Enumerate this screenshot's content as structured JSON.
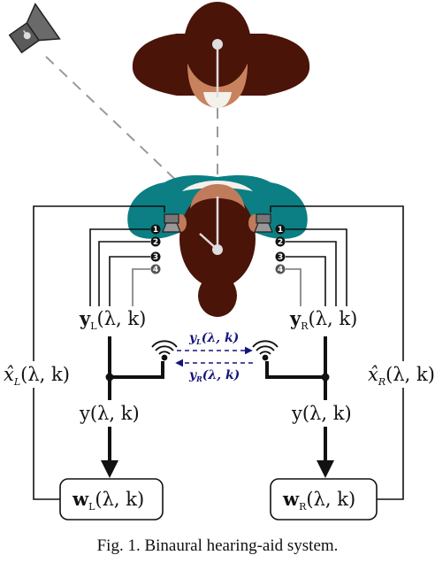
{
  "labels": {
    "y_left": "y",
    "y_left_sub": "L",
    "y_left_args": "(λ, k)",
    "y_right": "y",
    "y_right_sub": "R",
    "y_right_args": "(λ, k)",
    "x_hat_left": "x̂",
    "x_hat_left_sub": "L",
    "x_hat_left_args": "(λ, k)",
    "x_hat_right": "x̂",
    "x_hat_right_sub": "R",
    "x_hat_right_args": "(λ, k)",
    "y_left_mid": "y(λ, k)",
    "y_right_mid": "y(λ, k)",
    "w_left": "w",
    "w_left_sub": "L",
    "w_left_args": "(λ, k)",
    "w_right": "w",
    "w_right_sub": "R",
    "w_right_args": "(λ, k)",
    "link_top": "y",
    "link_top_sub": "L",
    "link_top_args": "(λ, k)",
    "link_bottom": "y",
    "link_bottom_sub": "R",
    "link_bottom_args": "(λ, k)"
  },
  "mic_numbers_left": [
    "1",
    "2",
    "3",
    "4"
  ],
  "mic_numbers_right": [
    "1",
    "2",
    "3",
    "4"
  ],
  "caption": "Fig. 1. Binaural hearing-aid system.",
  "colors": {
    "teal": "#0b7f83",
    "hair": "#4a1408",
    "skin": "#c07a5c",
    "link_blue": "#14157a"
  }
}
